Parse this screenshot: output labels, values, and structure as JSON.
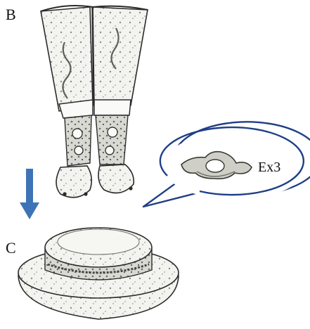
{
  "figure": {
    "panels": [
      {
        "id": "B",
        "label": "B",
        "depicts": "shoe-upper-casting"
      },
      {
        "id": "C",
        "label": "C",
        "depicts": "stepped-base-casting"
      }
    ],
    "callout": {
      "label": "Ex3",
      "depicts": "wing-nut-shaped-part"
    },
    "arrow": {
      "from": "B",
      "to": "C",
      "direction": "down"
    },
    "colors": {
      "arrow": "#3d74b6",
      "bubble_outline": "#1f3f86",
      "ink": "#2b2b2b",
      "fill": "#f1f1ee",
      "shade": "#9a9a94"
    }
  }
}
